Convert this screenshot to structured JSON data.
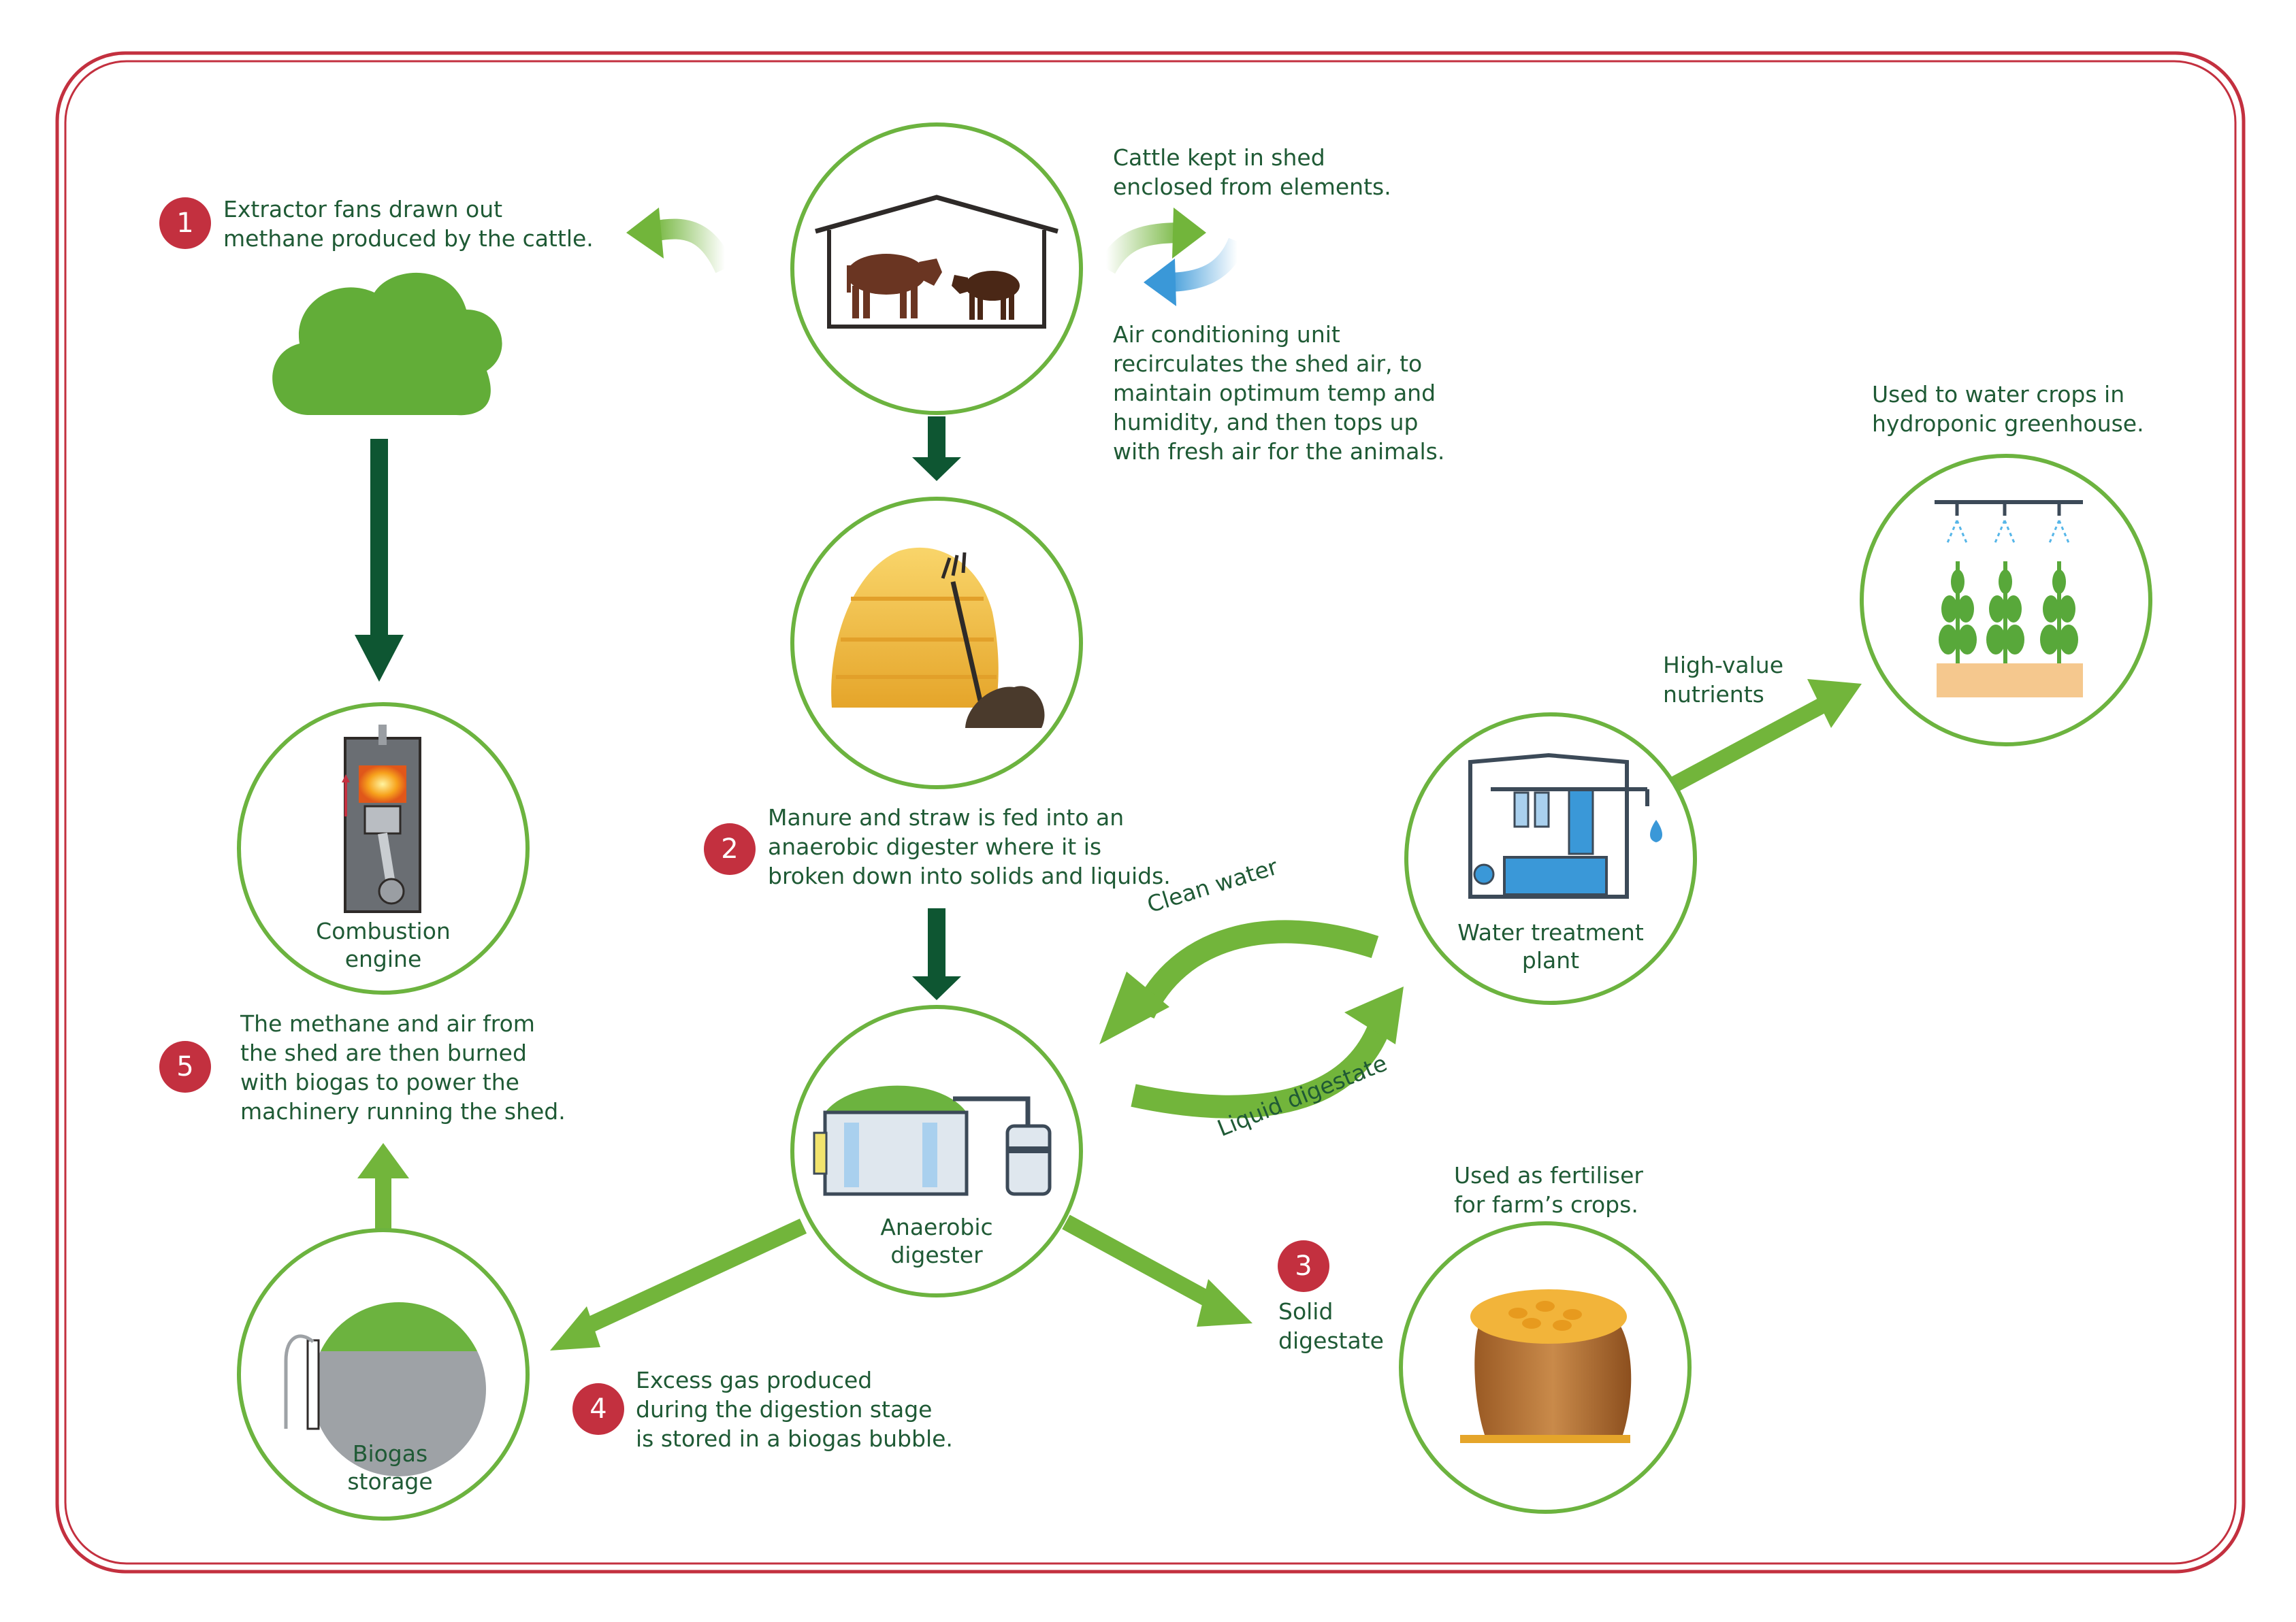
{
  "colors": {
    "frame": "#c3303f",
    "circle_stroke": "#6cb33f",
    "arrow_dark": "#0e5632",
    "arrow_light": "#72b53b",
    "text": "#1f5a35",
    "badge": "#c3303f",
    "cloud": "#62ad38"
  },
  "steps": [
    {
      "number": "1",
      "lines": [
        "Extractor fans drawn out",
        "methane produced by the cattle."
      ]
    },
    {
      "number": "2",
      "lines": [
        "Manure and straw is fed into an",
        "anaerobic digester where it is",
        "broken down into solids and liquids."
      ]
    },
    {
      "number": "3",
      "lines": [
        "Solid",
        "digestate"
      ]
    },
    {
      "number": "4",
      "lines": [
        "Excess gas produced",
        "during the digestion stage",
        "is stored in a biogas bubble."
      ]
    },
    {
      "number": "5",
      "lines": [
        "The methane and air from",
        "the shed are then burned",
        "with biogas to power the",
        "machinery running the shed."
      ]
    }
  ],
  "notes": {
    "cattle": [
      "Cattle kept in shed",
      "enclosed from elements."
    ],
    "air_conditioning": [
      "Air conditioning unit",
      "recirculates the shed air, to",
      "maintain optimum temp and",
      "humidity, and then tops up",
      "with fresh air for the animals."
    ],
    "hydroponic": [
      "Used to water crops in",
      "hydroponic greenhouse."
    ],
    "nutrients": [
      "High-value",
      "nutrients"
    ],
    "fertiliser": [
      "Used as fertiliser",
      "for farm’s crops."
    ]
  },
  "nodes": {
    "shed": {
      "icon": "cattle-shed-icon"
    },
    "manure": {
      "icon": "hay-stack-pitchfork-icon"
    },
    "digester": {
      "icon": "anaerobic-digester-icon",
      "lines": [
        "Anaerobic",
        "digester"
      ]
    },
    "engine": {
      "icon": "combustion-engine-icon",
      "lines": [
        "Combustion",
        "engine"
      ]
    },
    "biogas": {
      "icon": "biogas-bubble-icon",
      "lines": [
        "Biogas",
        "storage"
      ]
    },
    "water": {
      "icon": "water-treatment-plant-icon",
      "lines": [
        "Water treatment",
        "plant"
      ]
    },
    "greenhouse": {
      "icon": "hydroponic-crops-icon"
    },
    "grain": {
      "icon": "grain-sack-icon"
    }
  },
  "flows": {
    "clean_water": "Clean water",
    "liquid_digestate": "Liquid digestate"
  }
}
